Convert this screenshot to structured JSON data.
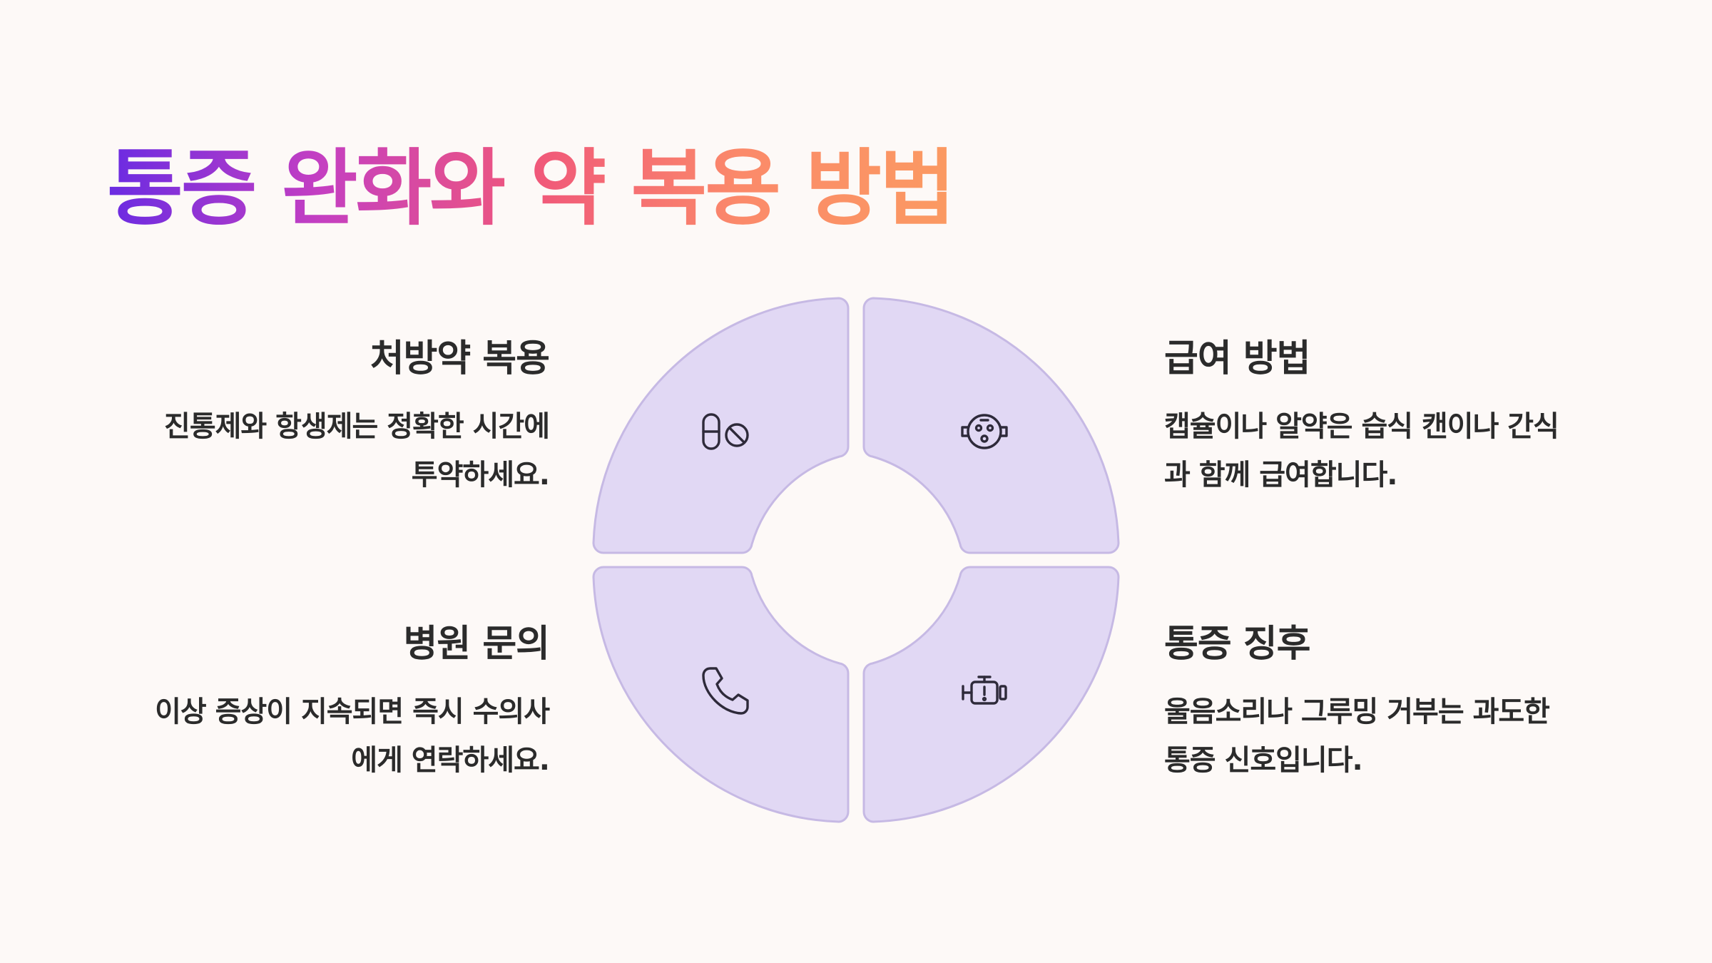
{
  "title": "통증 완화와 약 복용 방법",
  "colors": {
    "background": "#fdf9f7",
    "segment_fill": "#e1d8f4",
    "segment_stroke": "#c6b9e4",
    "icon_stroke": "#2e2a3a",
    "gradient": [
      "#6a2be2",
      "#c43fc2",
      "#f0577a",
      "#fb8a6a",
      "#fb9a62"
    ]
  },
  "sections": {
    "top_left": {
      "heading": "처방약 복용",
      "line1": "진통제와 항생제는 정확한 시간에",
      "line2": "투약하세요.",
      "icon": "pills-icon"
    },
    "top_right": {
      "heading": "급여 방법",
      "line1": "캡슐이나 알약은 습식 캔이나 간식",
      "line2": "과 함께 급여합니다.",
      "icon": "cat-face-icon"
    },
    "bottom_left": {
      "heading": "병원 문의",
      "line1": "이상 증상이 지속되면 즉시 수의사",
      "line2": "에게 연락하세요.",
      "icon": "phone-icon"
    },
    "bottom_right": {
      "heading": "통증 징후",
      "line1": "울음소리나 그루밍 거부는 과도한",
      "line2": "통증 신호입니다.",
      "icon": "alert-engine-icon"
    }
  }
}
